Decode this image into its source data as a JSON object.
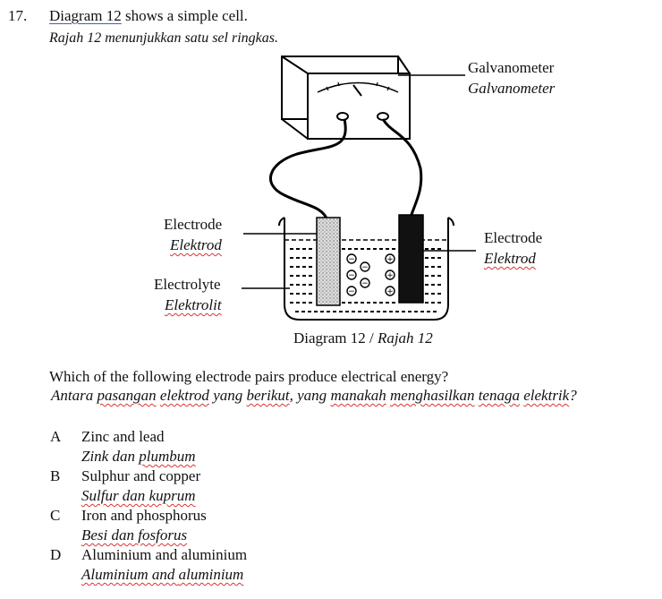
{
  "question": {
    "number": "17.",
    "stem_ref": "Diagram  12",
    "stem_rest": " shows a simple cell.",
    "stem_ms": "Rajah  12  menunjukkan satu sel ringkas."
  },
  "diagram": {
    "labels": {
      "galvanometer_en": "Galvanometer",
      "galvanometer_ms": "Galvanometer",
      "electrode_left_en": "Electrode",
      "electrode_left_ms": "Elektrod",
      "electrolyte_en": "Electrolyte",
      "electrolyte_ms": "Elektrolit",
      "electrode_right_en": "Electrode",
      "electrode_right_ms": "Elektrod",
      "ion_sign": "−",
      "ion_sign_pos": "+"
    },
    "caption_en": "Diagram 12 / ",
    "caption_ms": "Rajah 12"
  },
  "prompt": {
    "en": "Which of the following electrode pairs produce electrical energy?",
    "ms_1": "Antara ",
    "ms_2": "pasangan",
    "ms_3": " ",
    "ms_4": "elektrod",
    "ms_5": " yang ",
    "ms_6": "berikut",
    "ms_7": ", yang ",
    "ms_8": "manakah",
    "ms_9": " ",
    "ms_10": "menghasilkan",
    "ms_11": " ",
    "ms_12": "tenaga",
    "ms_13": " ",
    "ms_14": "elektrik",
    "ms_15": "?"
  },
  "options": [
    {
      "letter": "A",
      "en": "Zinc and lead",
      "ms_a": "Zink dan ",
      "ms_b": "plumbum"
    },
    {
      "letter": "B",
      "en": "Sulphur and copper",
      "ms_a": "Sulfur dan ",
      "ms_b": "kuprum"
    },
    {
      "letter": "C",
      "en": "Iron and phosphorus",
      "ms_a": "Besi dan ",
      "ms_b": "fosforus"
    },
    {
      "letter": "D",
      "en": "Aluminium and aluminium",
      "ms_a": "Aluminium and ",
      "ms_b": "aluminium"
    }
  ]
}
